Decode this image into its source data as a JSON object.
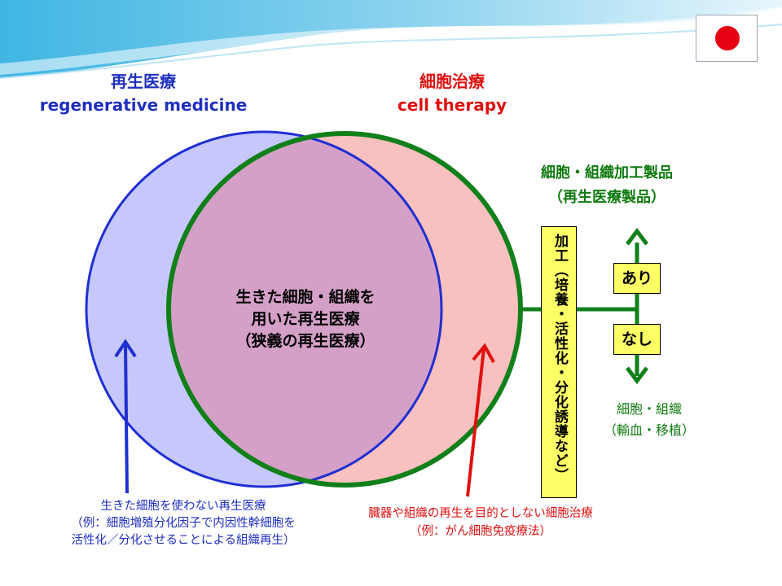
{
  "flag": {
    "icon": "japan-flag-icon"
  },
  "regen": {
    "title_ja": "再生医療",
    "title_en": "regenerative medicine",
    "color": "#1f2fbf"
  },
  "cell": {
    "title_ja": "細胞治療",
    "title_en": "cell therapy",
    "color": "#e01010"
  },
  "product": {
    "line1": "細胞・組織加工製品",
    "line2": "（再生医療製品）",
    "color": "#0f7a0f"
  },
  "center": {
    "line1": "生きた細胞・組織を",
    "line2": "用いた再生医療",
    "line3": "（狭義の再生医療）"
  },
  "processing": {
    "label": "加工（培養・活性化・分化誘導など）"
  },
  "branches": {
    "yes": "あり",
    "no": "なし"
  },
  "cells_tissue": {
    "line1": "細胞・組織",
    "line2": "（輸血・移植）"
  },
  "blue_note": {
    "line1": "生きた細胞を使わない再生医療",
    "line2": "（例：細胞増殖分化因子で内因性幹細胞を",
    "line3": "活性化／分化させることによる組織再生）"
  },
  "red_note": {
    "line1": "臓器や組織の再生を目的としない細胞治療",
    "line2": "（例：がん細胞免疫療法）"
  }
}
